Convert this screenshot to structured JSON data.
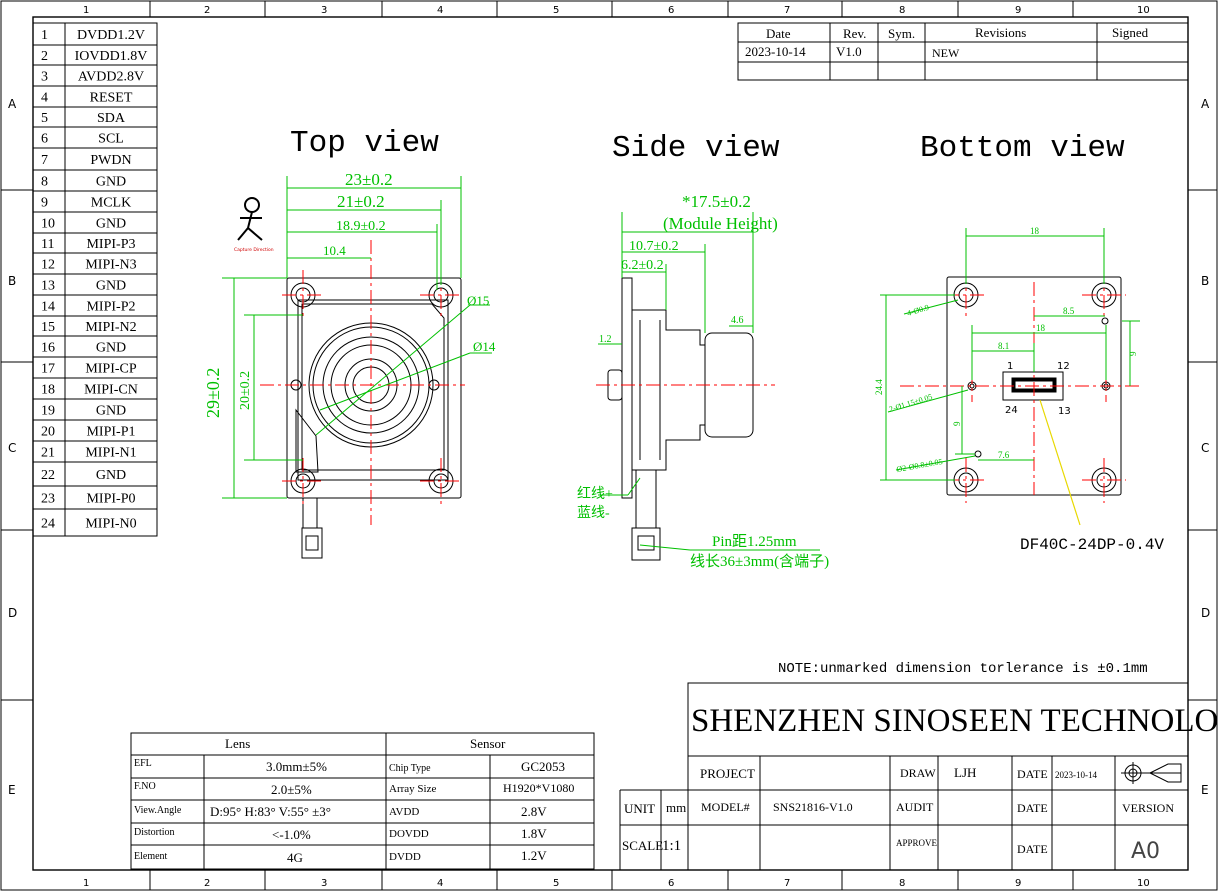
{
  "border": {
    "columns": [
      "1",
      "2",
      "3",
      "4",
      "5",
      "6",
      "7",
      "8",
      "9",
      "10"
    ],
    "rows": [
      "A",
      "B",
      "C",
      "D",
      "E"
    ]
  },
  "pins": [
    {
      "no": "1",
      "name": "DVDD1.2V"
    },
    {
      "no": "2",
      "name": "IOVDD1.8V"
    },
    {
      "no": "3",
      "name": "AVDD2.8V"
    },
    {
      "no": "4",
      "name": "RESET"
    },
    {
      "no": "5",
      "name": "SDA"
    },
    {
      "no": "6",
      "name": "SCL"
    },
    {
      "no": "7",
      "name": "PWDN"
    },
    {
      "no": "8",
      "name": "GND"
    },
    {
      "no": "9",
      "name": "MCLK"
    },
    {
      "no": "10",
      "name": "GND"
    },
    {
      "no": "11",
      "name": "MIPI-P3"
    },
    {
      "no": "12",
      "name": "MIPI-N3"
    },
    {
      "no": "13",
      "name": "GND"
    },
    {
      "no": "14",
      "name": "MIPI-P2"
    },
    {
      "no": "15",
      "name": "MIPI-N2"
    },
    {
      "no": "16",
      "name": "GND"
    },
    {
      "no": "17",
      "name": "MIPI-CP"
    },
    {
      "no": "18",
      "name": "MIPI-CN"
    },
    {
      "no": "19",
      "name": "GND"
    },
    {
      "no": "20",
      "name": "MIPI-P1"
    },
    {
      "no": "21",
      "name": "MIPI-N1"
    },
    {
      "no": "22",
      "name": "GND"
    },
    {
      "no": "23",
      "name": "MIPI-P0"
    },
    {
      "no": "24",
      "name": "MIPI-N0"
    }
  ],
  "revisions": {
    "headers": [
      "Date",
      "Rev.",
      "Sym.",
      "Revisions",
      "Signed"
    ],
    "row": [
      "2023-10-14",
      "V1.0",
      "",
      "NEW",
      ""
    ]
  },
  "views": {
    "top": "Top view",
    "side": "Side view",
    "bottom": "Bottom view"
  },
  "top_dims": {
    "w23": "23±0.2",
    "w21": "21±0.2",
    "w189": "18.9±0.2",
    "w104": "10.4",
    "h29": "29±0.2",
    "h20": "20±0.2",
    "d15": "Ø15",
    "d14": "Ø14",
    "capture": "Capture Direction"
  },
  "side_dims": {
    "height": "*17.5±0.2",
    "height_note": "(Module Height)",
    "d107": "10.7±0.2",
    "d62": "6.2±0.2",
    "d46": "4.6",
    "d12": "1.2",
    "red_wire": "红线+",
    "blue_wire": "蓝线-",
    "pitch": "Pin距1.25mm",
    "length": "线长36±3mm(含端子)"
  },
  "bottom_dims": {
    "d18top": "18",
    "d18": "18",
    "d81": "8.1",
    "d85": "8.5",
    "d9r": "9",
    "d244": "24.4",
    "d9l": "9",
    "d76": "7.6",
    "holes4": "4-Ø0.9",
    "holes2a": "2-Ø1.15±0.05",
    "holes2b": "Ø2-Ø0.8±0.05",
    "p1": "1",
    "p12": "12",
    "p24": "24",
    "p13": "13",
    "connector": "DF40C-24DP-0.4V"
  },
  "note": "NOTE:unmarked dimension torlerance is ±0.1mm",
  "lens": {
    "header": "Lens",
    "rows": [
      {
        "k": "EFL",
        "v": "3.0mm±5%"
      },
      {
        "k": "F.NO",
        "v": "2.0±5%"
      },
      {
        "k": "View.Angle",
        "v": "D:95°  H:83°  V:55° ±3°"
      },
      {
        "k": "Distortion",
        "v": "<-1.0%"
      },
      {
        "k": "Element",
        "v": "4G"
      }
    ]
  },
  "sensor": {
    "header": "Sensor",
    "rows": [
      {
        "k": "Chip Type",
        "v": "GC2053"
      },
      {
        "k": "Array Size",
        "v": "H1920*V1080"
      },
      {
        "k": "AVDD",
        "v": "2.8V"
      },
      {
        "k": "DOVDD",
        "v": "1.8V"
      },
      {
        "k": "DVDD",
        "v": "1.2V"
      }
    ]
  },
  "title_block": {
    "company": "SHENZHEN SINOSEEN TECHNOLOGY",
    "project": "PROJECT",
    "draw": "DRAW",
    "drawer": "LJH",
    "date": "DATE",
    "date_val": "2023-10-14",
    "unit": "UNIT",
    "unit_val": "mm",
    "model": "MODEL#",
    "model_val": "SNS21816-V1.0",
    "audit": "AUDIT",
    "version": "VERSION",
    "scale": "SCALE",
    "scale_val": "1:1",
    "approve": "APPROVE",
    "version_val": "A0"
  },
  "colors": {
    "dim": "#00d000",
    "center": "#ff0000",
    "leader": "#e8d800"
  }
}
